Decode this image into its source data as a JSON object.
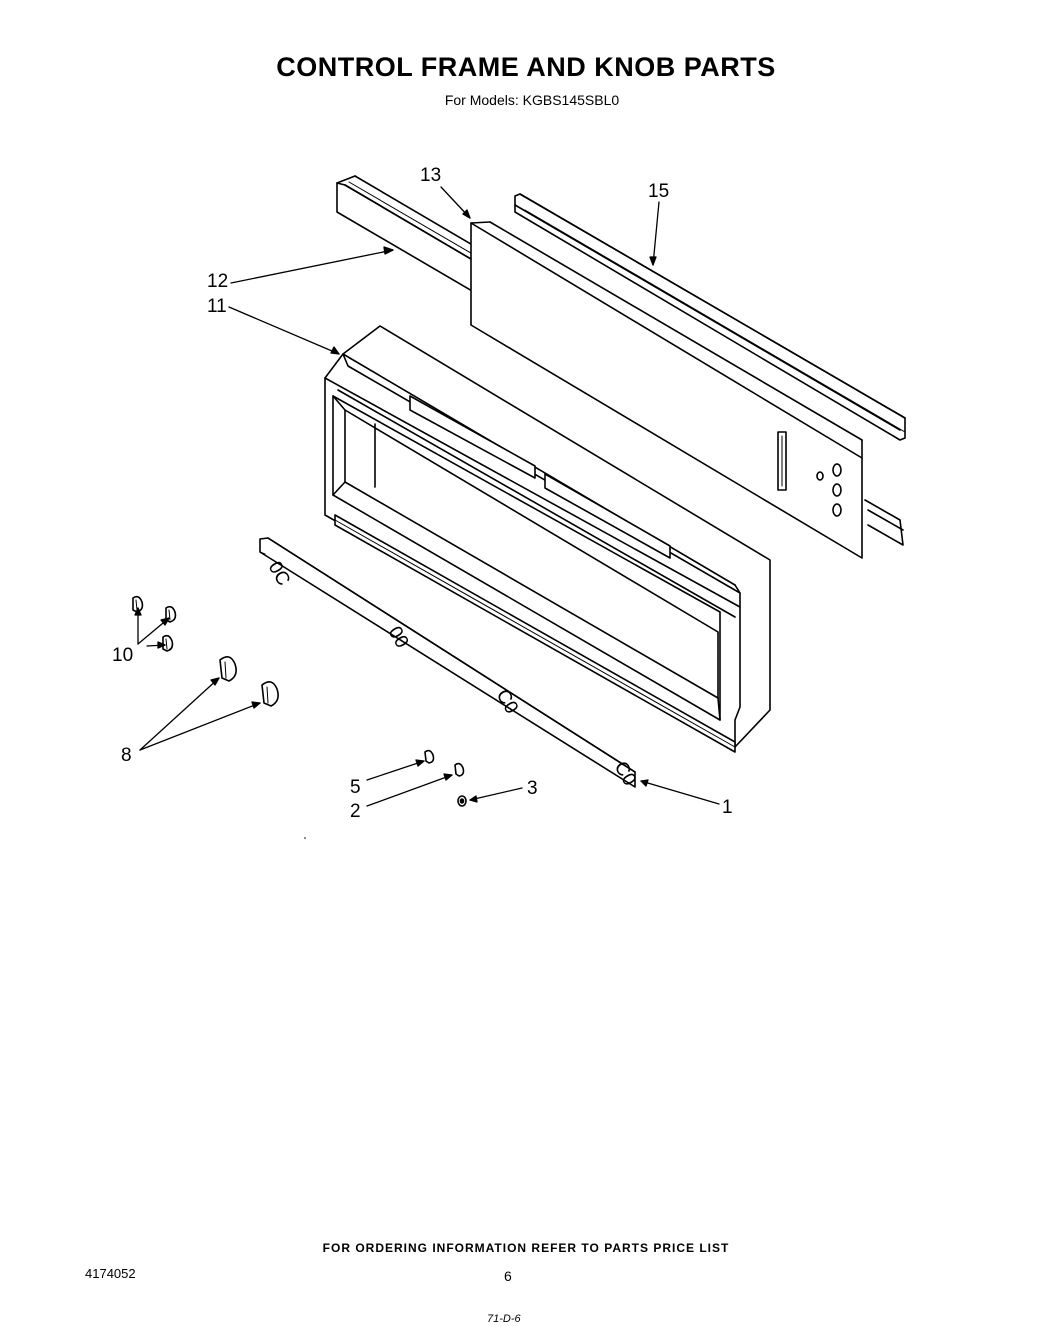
{
  "header": {
    "title": "CONTROL FRAME AND KNOB PARTS",
    "subtitle": "For Models: KGBS145SBL0"
  },
  "callouts": {
    "c1": "1",
    "c2": "2",
    "c3": "3",
    "c5": "5",
    "c8": "8",
    "c10": "10",
    "c11": "11",
    "c12": "12",
    "c13": "13",
    "c15": "15"
  },
  "trim_strip_marks": {
    "m1": "0C",
    "m2": "00",
    "m3": "C0",
    "m4": "C0"
  },
  "footer": {
    "ordering_note": "FOR ORDERING INFORMATION REFER TO PARTS PRICE LIST",
    "document_number": "4174052",
    "page_number": "6",
    "handwritten_note": "71-D-6"
  }
}
